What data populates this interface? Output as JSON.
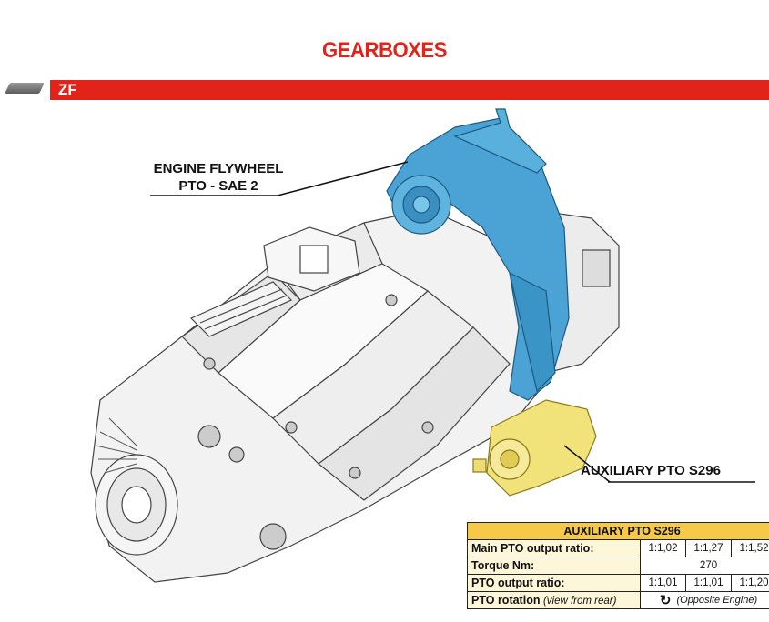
{
  "page": {
    "title": "GEARBOXES",
    "section": "ZF"
  },
  "callouts": {
    "flywheel_line1": "ENGINE FLYWHEEL",
    "flywheel_line2": "PTO - SAE 2",
    "auxiliary": "AUXILIARY PTO S296"
  },
  "colors": {
    "accent": "#e2231a",
    "flywheel_pto": "#4aa3d4",
    "auxiliary_pto": "#f2e27a",
    "table_header": "#f7c948"
  },
  "table": {
    "title": "AUXILIARY PTO S296",
    "rows": [
      {
        "label": "Main PTO output ratio:",
        "values": [
          "1:1,02",
          "1:1,27",
          "1:1,52"
        ]
      },
      {
        "label": "Torque Nm:",
        "value": "270"
      },
      {
        "label": "PTO output ratio:",
        "values": [
          "1:1,01",
          "1:1,01",
          "1:1,20"
        ]
      },
      {
        "label": "PTO rotation",
        "label_note": "(view from rear)",
        "icon": "rotate-clockwise-icon",
        "value": "(Opposite Engine)"
      }
    ]
  }
}
